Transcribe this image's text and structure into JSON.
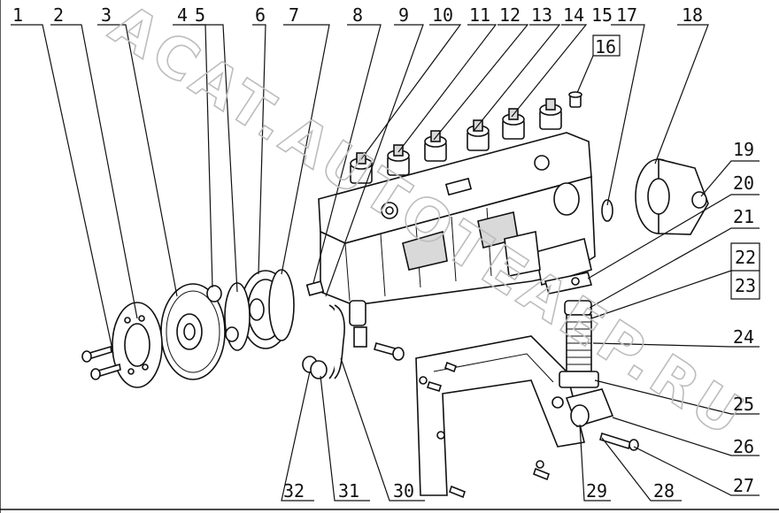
{
  "watermark": "ACAT.AUTOTEAEP.RU",
  "callouts": [
    "1",
    "2",
    "3",
    "4",
    "5",
    "6",
    "7",
    "8",
    "9",
    "10",
    "11",
    "12",
    "13",
    "14",
    "15",
    "16",
    "17",
    "18",
    "19",
    "20",
    "21",
    "22",
    "23",
    "24",
    "25",
    "26",
    "27",
    "28",
    "29",
    "30",
    "31",
    "32"
  ]
}
